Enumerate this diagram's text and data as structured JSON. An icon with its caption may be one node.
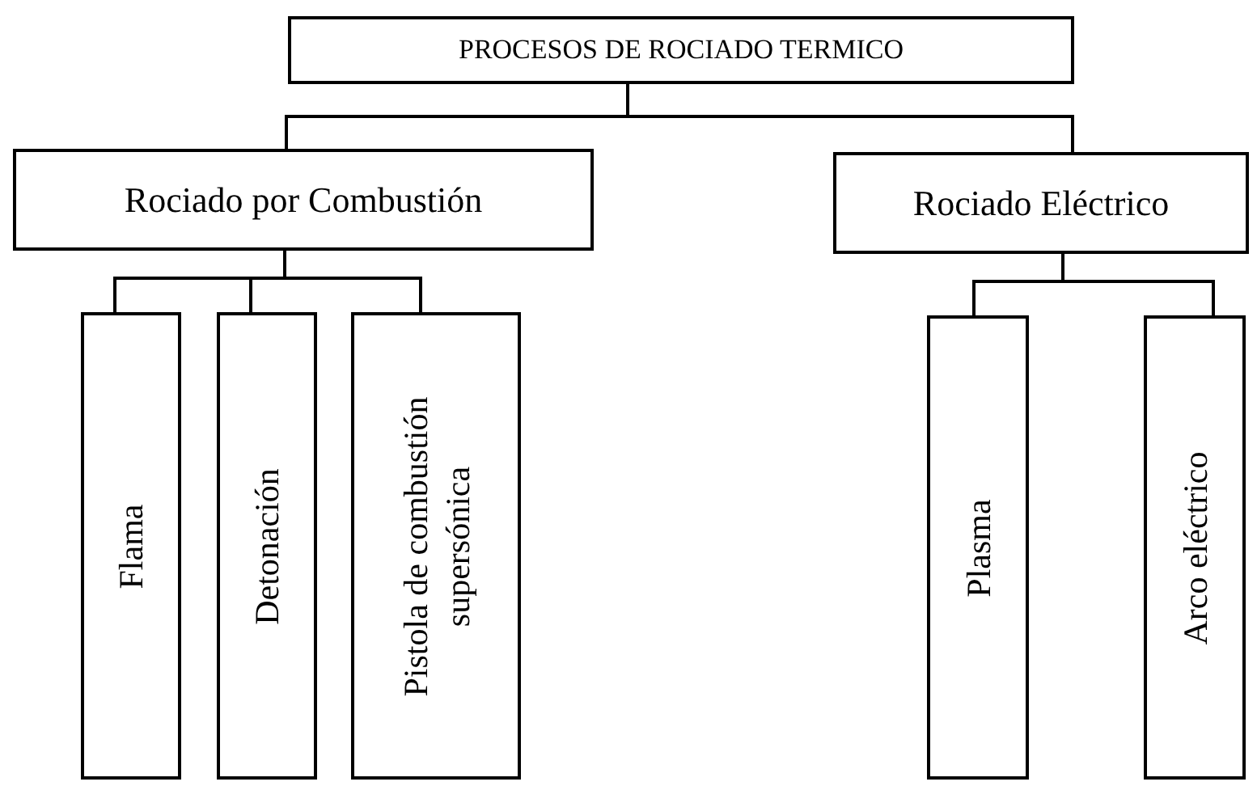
{
  "diagram": {
    "nodes": [
      {
        "text": [
          "PROCESOS DE ROCIADO TERMICO"
        ]
      },
      {
        "text": [
          "Rociado por Combustión"
        ]
      },
      {
        "text": [
          "Rociado Eléctrico"
        ]
      },
      {
        "text": [
          "Flama"
        ]
      },
      {
        "text": [
          "Detonación"
        ]
      },
      {
        "text": [
          "Pistola de combustión supersónica"
        ]
      },
      {
        "text": [
          "Plasma"
        ]
      },
      {
        "text": [
          "Arco eléctrico"
        ]
      }
    ],
    "edges": [
      {
        "from": 0,
        "to": 1,
        "arrow": "none"
      },
      {
        "from": 0,
        "to": 2,
        "arrow": "none"
      },
      {
        "from": 1,
        "to": 3,
        "arrow": "none"
      },
      {
        "from": 1,
        "to": 4,
        "arrow": "none"
      },
      {
        "from": 1,
        "to": 5,
        "arrow": "none"
      },
      {
        "from": 2,
        "to": 6,
        "arrow": "none"
      },
      {
        "from": 2,
        "to": 7,
        "arrow": "none"
      }
    ]
  }
}
